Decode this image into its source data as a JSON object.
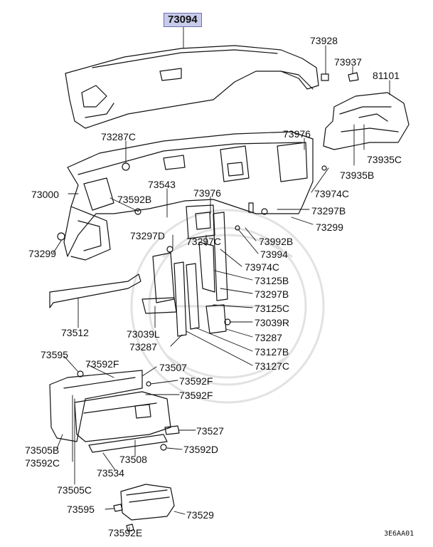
{
  "diagram": {
    "highlight_part": "73094",
    "labels": {
      "p73094": "73094",
      "p73928": "73928",
      "p73937": "73937",
      "p81101": "81101",
      "p73287C": "73287C",
      "p73976a": "73976",
      "p73935C": "73935C",
      "p73935B": "73935B",
      "p73543": "73543",
      "p73000": "73000",
      "p73592B": "73592B",
      "p73976b": "73976",
      "p73974Ca": "73974C",
      "p73297Ba": "73297B",
      "p73299a": "73299",
      "p73299b": "73299",
      "p73297D": "73297D",
      "p73297C": "73297C",
      "p73992B": "73992B",
      "p73994": "73994",
      "p73974Cb": "73974C",
      "p73125B": "73125B",
      "p73297Bb": "73297B",
      "p73125C": "73125C",
      "p73512": "73512",
      "p73039R": "73039R",
      "p73039L": "73039L",
      "p73287a": "73287",
      "p73287b": "73287",
      "p73127B": "73127B",
      "p73127C": "73127C",
      "p73595a": "73595",
      "p73592Fa": "73592F",
      "p73507": "73507",
      "p73592Fb": "73592F",
      "p73592Fc": "73592F",
      "p73527": "73527",
      "p73505B": "73505B",
      "p73592C": "73592C",
      "p73508": "73508",
      "p73592D": "73592D",
      "p73534": "73534",
      "p73505C": "73505C",
      "p73595b": "73595",
      "p73529": "73529",
      "p73592E": "73592E"
    },
    "figure_code": "3E6AA01"
  }
}
